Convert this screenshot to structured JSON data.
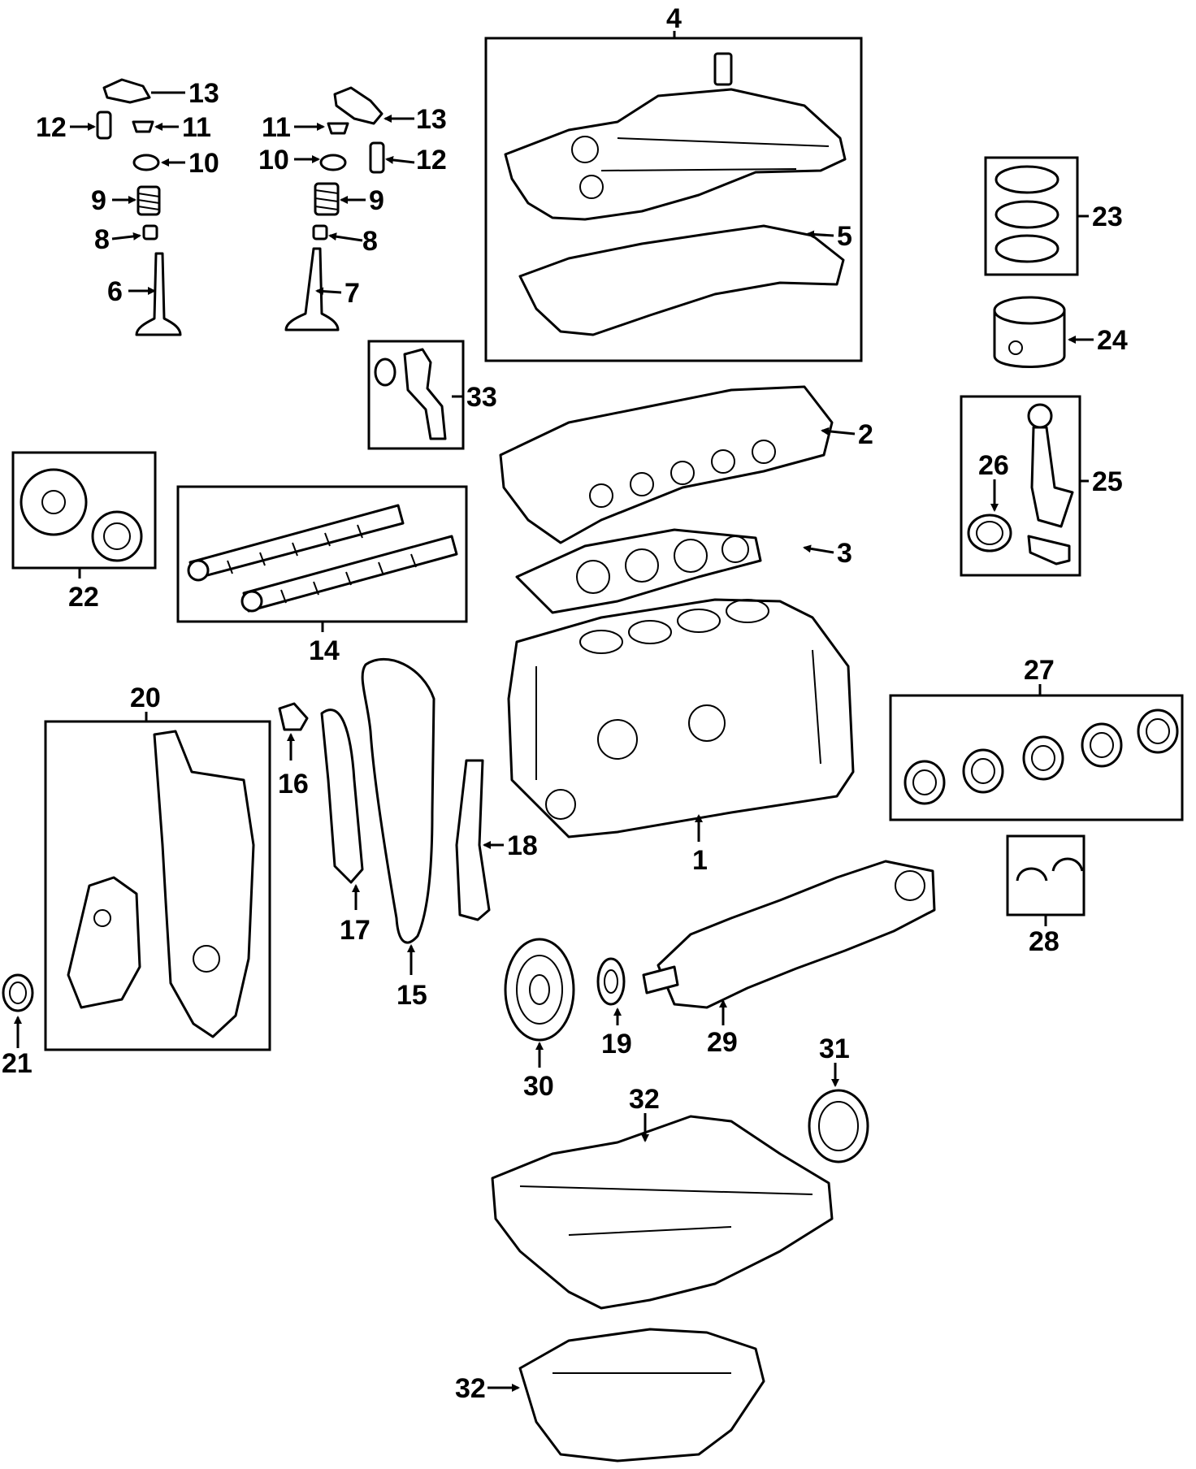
{
  "callouts": [
    "1",
    "2",
    "3",
    "4",
    "5",
    "6",
    "7",
    "8",
    "8",
    "9",
    "9",
    "10",
    "10",
    "11",
    "11",
    "12",
    "12",
    "13",
    "13",
    "14",
    "15",
    "16",
    "17",
    "18",
    "19",
    "20",
    "21",
    "22",
    "23",
    "24",
    "25",
    "26",
    "27",
    "28",
    "29",
    "30",
    "31",
    "32",
    "32",
    "33"
  ],
  "arrow_color": "#000000",
  "line_color": "#000000",
  "background": "#ffffff"
}
